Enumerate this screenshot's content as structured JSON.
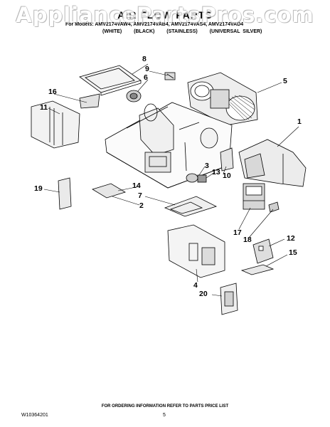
{
  "watermark": "AppliancePartsPros.com",
  "header": {
    "title": "AIR FLOW PARTS",
    "models_line": "For Models: AMV2174VAW4, AMV2174VAB4, AMV2174VAS4, AMV2174VAD4",
    "finishes": [
      "(WHITE)",
      "(BLACK)",
      "(STAINLESS)",
      "(UNIVERSAL SILVER)"
    ]
  },
  "callouts": [
    "8",
    "9",
    "6",
    "5",
    "16",
    "11",
    "1",
    "3",
    "13",
    "10",
    "14",
    "7",
    "2",
    "19",
    "17",
    "18",
    "12",
    "15",
    "4",
    "20"
  ],
  "footer": {
    "ordering_note": "FOR ORDERING INFORMATION REFER TO PARTS PRICE LIST",
    "document_number": "W10364201",
    "page_number": "5"
  }
}
